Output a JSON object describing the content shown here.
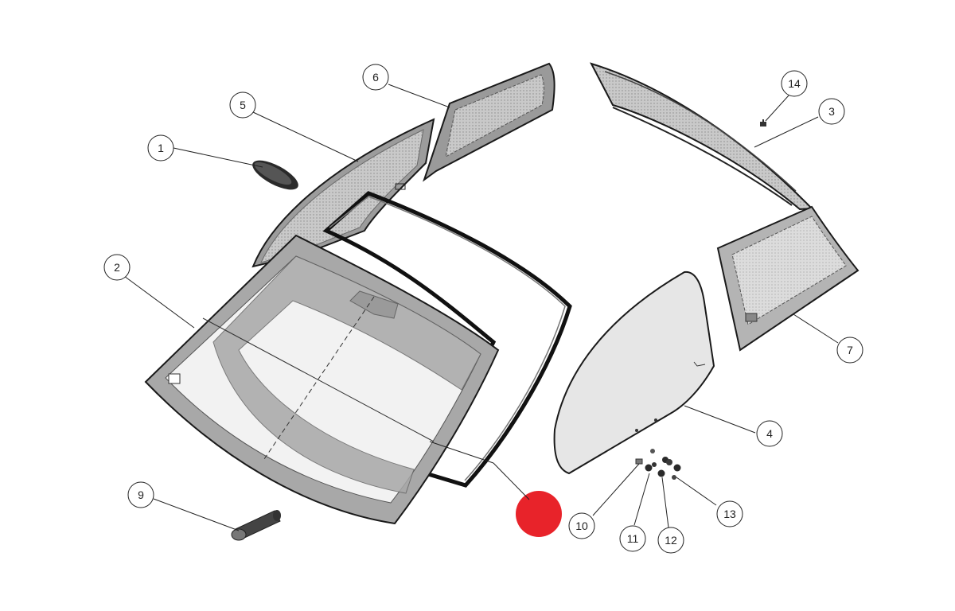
{
  "diagram": {
    "callouts": [
      {
        "id": "1",
        "label": "1"
      },
      {
        "id": "2",
        "label": "2"
      },
      {
        "id": "3",
        "label": "3"
      },
      {
        "id": "4",
        "label": "4"
      },
      {
        "id": "5",
        "label": "5"
      },
      {
        "id": "6",
        "label": "6"
      },
      {
        "id": "7",
        "label": "7"
      },
      {
        "id": "9",
        "label": "9"
      },
      {
        "id": "10",
        "label": "10"
      },
      {
        "id": "11",
        "label": "11"
      },
      {
        "id": "12",
        "label": "12"
      },
      {
        "id": "13",
        "label": "13"
      },
      {
        "id": "14",
        "label": "14"
      }
    ],
    "colors": {
      "glass_fill": "#d6d6d6",
      "glass_dark": "#9a9a9a",
      "frit_band": "#a8a8a8",
      "outline": "#1a1a1a",
      "marker_red": "#e8232a"
    }
  }
}
